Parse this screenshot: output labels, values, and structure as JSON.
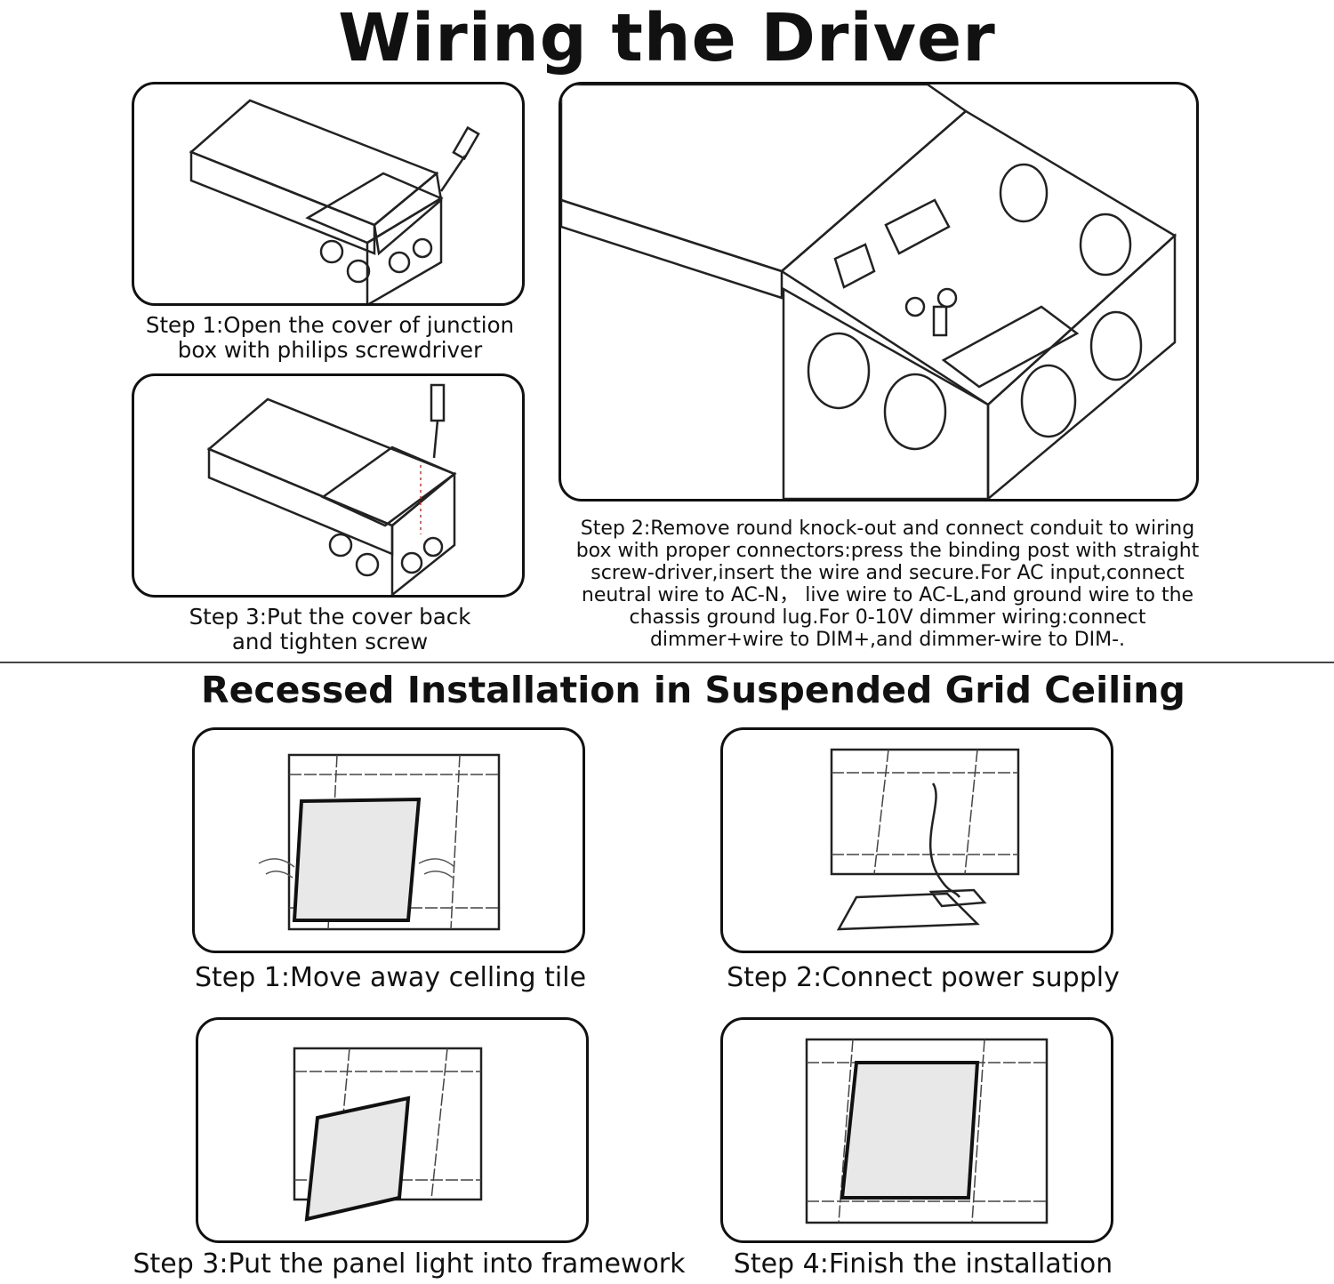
{
  "sections": {
    "wiring_title": "Wiring the Driver",
    "install_title": "Recessed Installation in Suspended Grid Ceiling"
  },
  "wiring_steps": {
    "step1": [
      "Step 1:Open the cover of junction",
      "box with philips screwdriver"
    ],
    "step2": [
      "Step 2:Remove round knock-out and connect conduit to wiring",
      "box with proper connectors:press the binding post with straight",
      "screw-driver,insert the wire and secure.For AC input,connect",
      "neutral wire to AC-N， live wire to AC-L,and ground wire to the",
      "chassis ground lug.For 0-10V dimmer wiring:connect",
      "dimmer+wire to DIM+,and dimmer-wire to DIM-."
    ],
    "step3": [
      "Step 3:Put the cover back",
      "and tighten screw"
    ]
  },
  "install_steps": {
    "step1": "Step 1:Move away celling tile",
    "step2": "Step 2:Connect power supply",
    "step3": "Step 3:Put the panel light into framework",
    "step4": "Step 4:Finish the installation"
  }
}
